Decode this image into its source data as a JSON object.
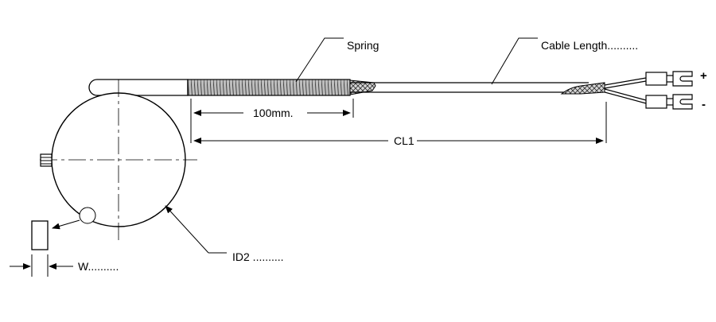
{
  "labels": {
    "spring": "Spring",
    "cable_length": "Cable Length..........",
    "dim_100": "100mm.",
    "cl1": "CL1",
    "id2": "ID2 ..........",
    "width": "W..........",
    "plus": "+",
    "minus": "-"
  },
  "colors": {
    "line": "#000000",
    "spring_fill": "#9a9a9a",
    "braid": "#6e6e6e",
    "background": "#ffffff"
  }
}
